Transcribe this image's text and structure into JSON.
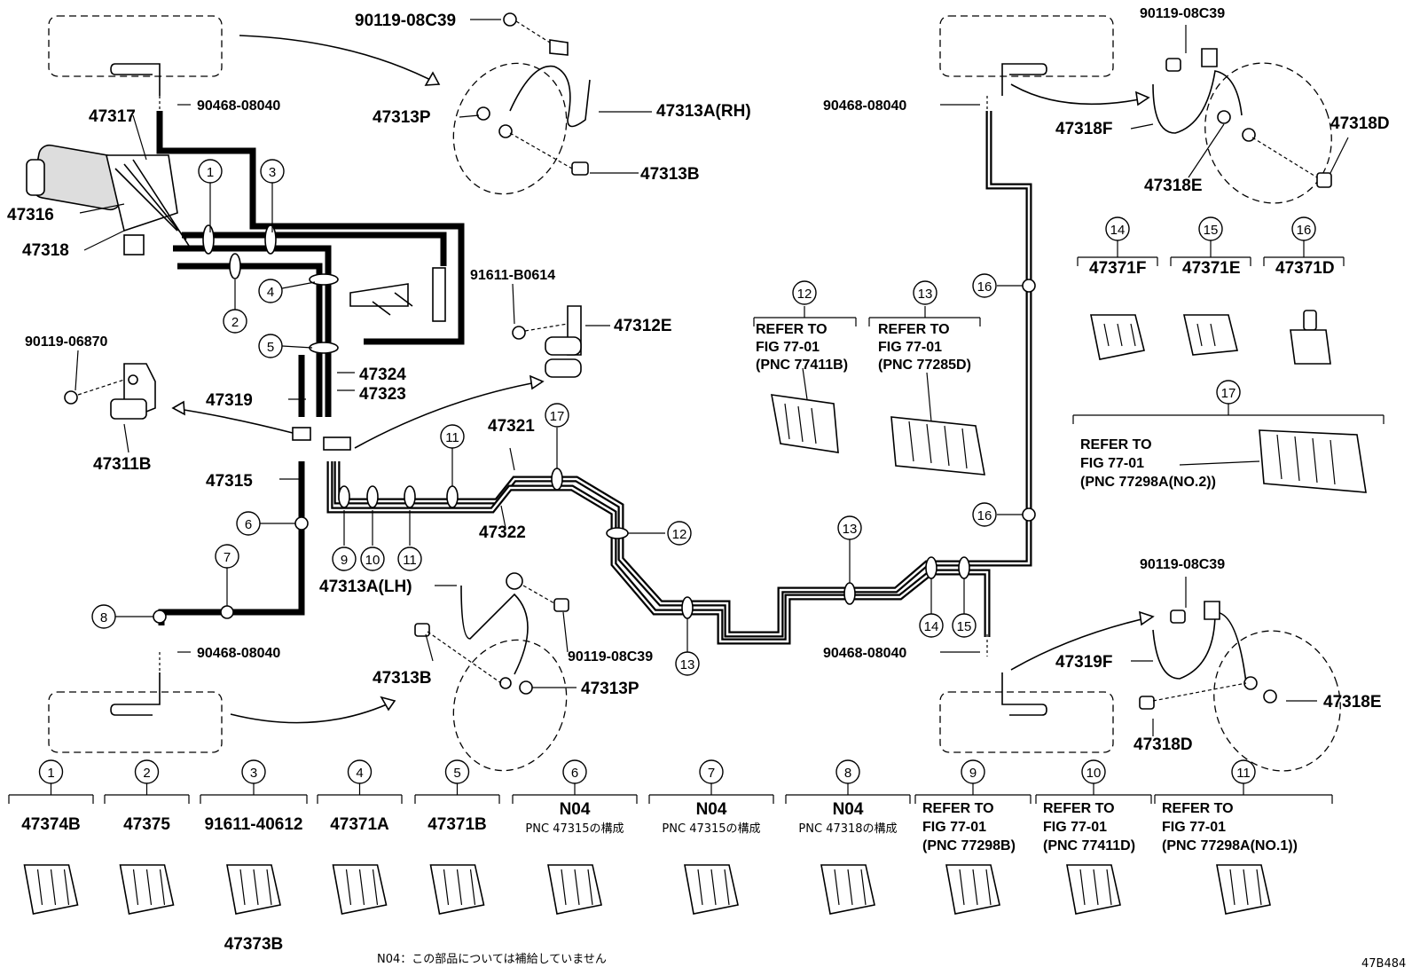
{
  "labels": {
    "p90119_08C39_tl": "90119-08C39",
    "p90468_08040_tl": "90468-08040",
    "p47317": "47317",
    "p47316": "47316",
    "p47318": "47318",
    "p47313P_tl": "47313P",
    "p47313A_RH": "47313A(RH)",
    "p47313B_tl": "47313B",
    "p91611_B0614": "91611-B0614",
    "p47312E": "47312E",
    "p90119_06870": "90119-06870",
    "p47311B": "47311B",
    "p47319": "47319",
    "p47324": "47324",
    "p47323": "47323",
    "p47315": "47315",
    "p47321": "47321",
    "p47322": "47322",
    "p47313A_LH": "47313A(LH)",
    "p90119_08C39_bl": "90119-08C39",
    "p47313B_bl": "47313B",
    "p47313P_bl": "47313P",
    "p90468_08040_bl": "90468-08040",
    "p90468_08040_tr": "90468-08040",
    "p90119_08C39_tr": "90119-08C39",
    "p47318F": "47318F",
    "p47318D_tr": "47318D",
    "p47318E_tr": "47318E",
    "p47371F": "47371F",
    "p47371E": "47371E",
    "p47371D": "47371D",
    "p90468_08040_br": "90468-08040",
    "p90119_08C39_br": "90119-08C39",
    "p47319F": "47319F",
    "p47318E_br": "47318E",
    "p47318D_br": "47318D",
    "c12_refer": "REFER TO",
    "c12_fig": "FIG 77-01",
    "c12_pnc": "(PNC 77411B)",
    "c13_refer": "REFER TO",
    "c13_fig": "FIG 77-01",
    "c13_pnc": "(PNC 77285D)",
    "c17_refer": "REFER TO",
    "c17_fig": "FIG 77-01",
    "c17_pnc": "(PNC 77298A(NO.2))"
  },
  "callout_numbers": [
    "①",
    "②",
    "③",
    "④",
    "⑤",
    "⑥",
    "⑦",
    "⑧",
    "⑨",
    "⑩",
    "⑪",
    "⑫",
    "⑬",
    "⑭",
    "⑮",
    "⑯",
    "⑰"
  ],
  "legend": [
    {
      "num": "①",
      "line1": "47374B",
      "line2": "",
      "line3": ""
    },
    {
      "num": "②",
      "line1": "47375",
      "line2": "",
      "line3": ""
    },
    {
      "num": "③",
      "line1": "91611-40612",
      "line2": "",
      "line3": "47373B"
    },
    {
      "num": "④",
      "line1": "47371A",
      "line2": "",
      "line3": ""
    },
    {
      "num": "⑤",
      "line1": "47371B",
      "line2": "",
      "line3": ""
    },
    {
      "num": "⑥",
      "line1": "N04",
      "line2": "PNC 47315の構成",
      "line3": ""
    },
    {
      "num": "⑦",
      "line1": "N04",
      "line2": "PNC 47315の構成",
      "line3": ""
    },
    {
      "num": "⑧",
      "line1": "N04",
      "line2": "PNC 47318の構成",
      "line3": ""
    },
    {
      "num": "⑨",
      "line1": "REFER TO",
      "line2": "FIG 77-01",
      "line3": "(PNC 77298B)"
    },
    {
      "num": "⑩",
      "line1": "REFER TO",
      "line2": "FIG 77-01",
      "line3": "(PNC 77411D)"
    },
    {
      "num": "⑪",
      "line1": "REFER TO",
      "line2": "FIG 77-01",
      "line3": "(PNC 77298A(NO.1))"
    }
  ],
  "footnote": "N04：この部品については補給していません",
  "figure_code": "47B484"
}
